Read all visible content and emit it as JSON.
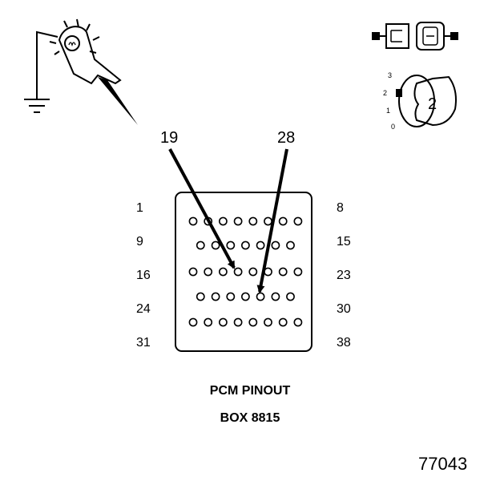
{
  "test_light_icon": "test-light-probe",
  "key_switch": {
    "positions": [
      "3",
      "2",
      "1",
      "0"
    ],
    "selected": "2"
  },
  "connector": {
    "row_labels_left": [
      "1",
      "9",
      "16",
      "24",
      "31"
    ],
    "row_labels_right": [
      "8",
      "15",
      "23",
      "30",
      "38"
    ],
    "pins_per_row": [
      8,
      7,
      8,
      7,
      8
    ],
    "highlighted_pins": [
      {
        "label": "19",
        "row": 2,
        "index": 3
      },
      {
        "label": "28",
        "row": 3,
        "index": 4
      }
    ]
  },
  "caption": {
    "line1": "PCM PINOUT",
    "line2": "BOX 8815"
  },
  "figure_number": "77043"
}
